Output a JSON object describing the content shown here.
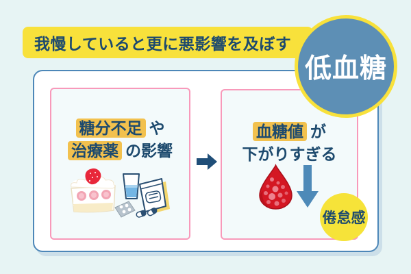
{
  "title_banner": {
    "text": "我慢していると更に悪影響を及ぼす"
  },
  "badge": {
    "text": "低血糖"
  },
  "cause_box": {
    "line1": {
      "highlight": "糖分不足",
      "rest": "や"
    },
    "line2": {
      "highlight": "治療薬",
      "rest": "の影響"
    },
    "illustration": "strawberry-shortcake, water-glass, medicine-bag, pill-sheet, capsules"
  },
  "effect_box": {
    "line1": {
      "highlight": "血糖値",
      "rest": "が"
    },
    "line2": "下がりすぎる"
  },
  "result_badge": {
    "text": "倦怠感"
  },
  "icons": {
    "flow": "right-arrow-icon",
    "drop": "down-arrow-icon",
    "blood": "blood-drop-icon"
  },
  "colors": {
    "background": "#e7f4f4",
    "card_border": "#4d87b8",
    "card_shadow": "#ccdfe9",
    "box_border": "#f899ba",
    "box_fill": "#f3fafb",
    "banner_fill": "#f8e13b",
    "highlight_fill": "#f2c14e",
    "text_navy": "#1d4a6e",
    "badge_fill": "#5d8fb5",
    "badge_ring": "#f8e13b",
    "badge_text": "#ffffff",
    "result_fill": "#f6e339",
    "arrow_navy": "#1f4e78",
    "arrow_blue": "#4e8ab8",
    "blood_red": "#d41723"
  }
}
